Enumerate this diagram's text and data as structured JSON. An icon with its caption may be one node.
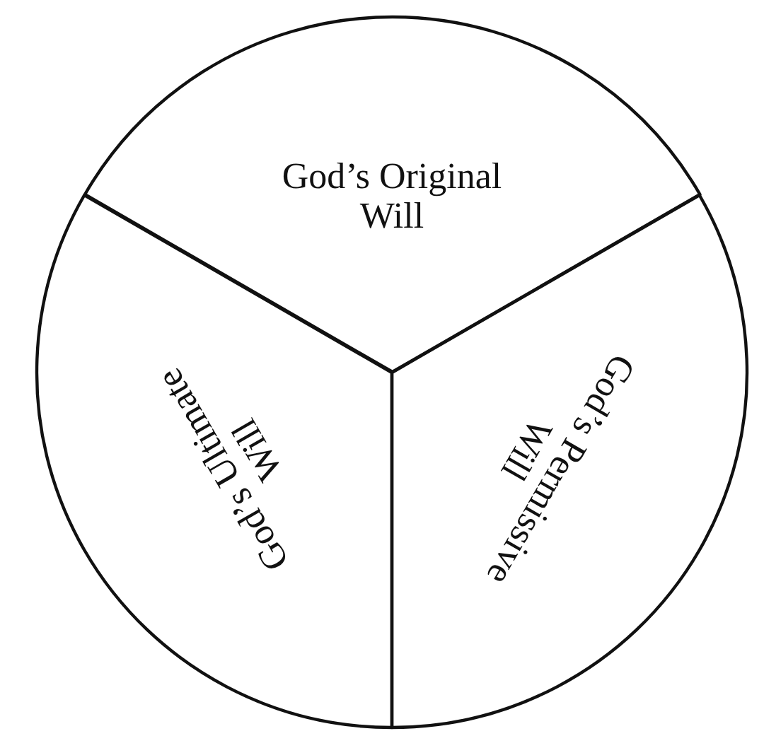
{
  "diagram": {
    "nodes": [
      {
        "text": [
          "God’s Original Will"
        ]
      },
      {
        "text": [
          "God’s Ultimate Will"
        ]
      },
      {
        "text": [
          "God’s Permissive Will"
        ]
      }
    ]
  }
}
